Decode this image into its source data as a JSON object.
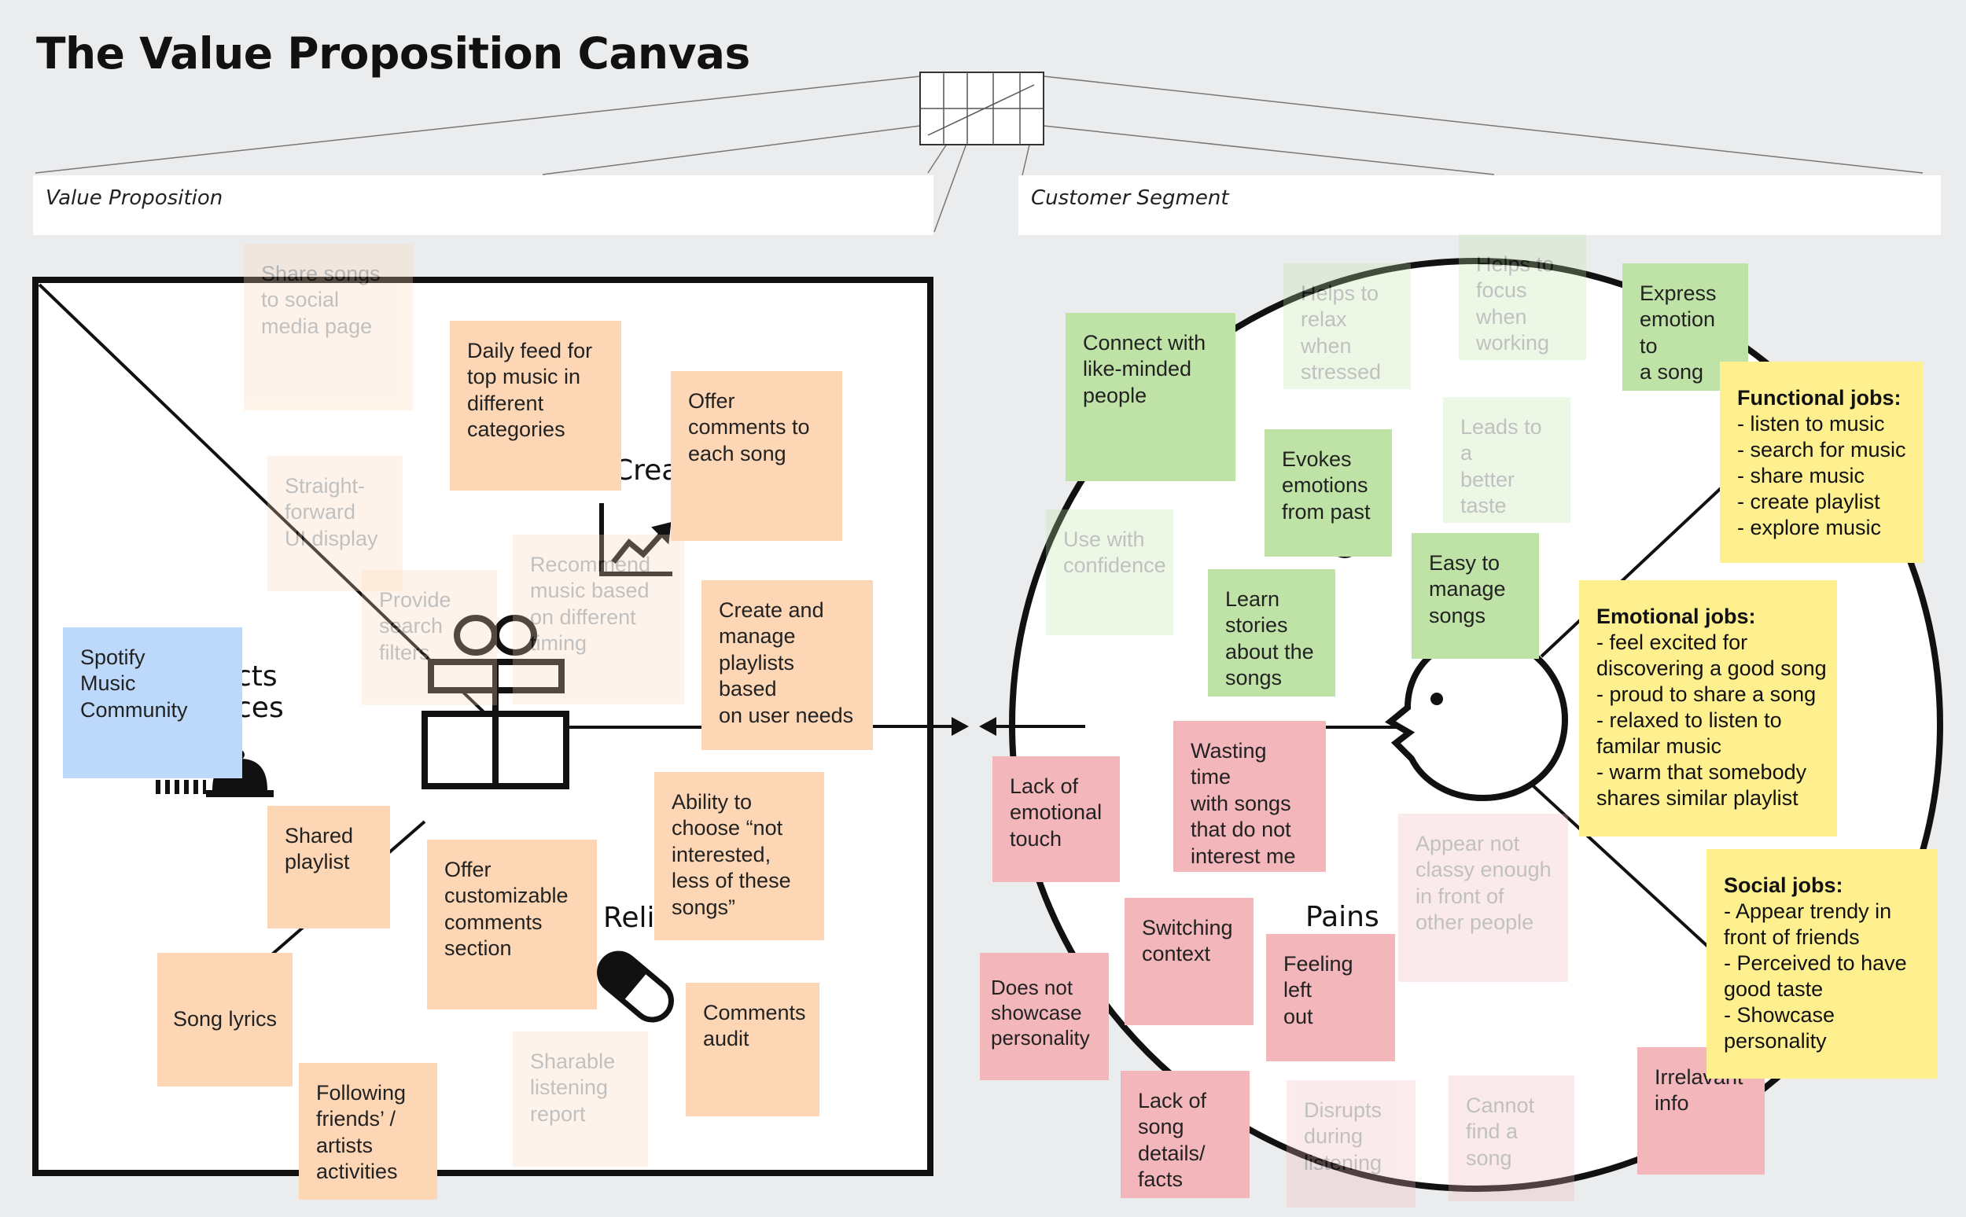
{
  "canvas": {
    "title": "The Value Proposition Canvas",
    "value_proposition_label": "Value Proposition",
    "customer_segment_label": "Customer Segment"
  },
  "areas": {
    "gain_creators_label": "Crea",
    "products_label": "cts",
    "services_label": "ces",
    "pain_relievers_label": "Reli",
    "pains_label": "Pains"
  },
  "icons": {
    "gift": "gift-icon",
    "growth_chart": "growth-chart-icon",
    "service_bell": "service-bell-icon",
    "pill": "pill-icon",
    "customer_face": "customer-face-icon"
  },
  "colors": {
    "product_note": "#fdd7b5",
    "gain_note": "#bfe3a6",
    "pain_note": "#f2b6bb",
    "job_note": "#fff08f",
    "community_note": "#bcd9fc"
  },
  "value_notes": {
    "share_social": "Share songs\nto social\nmedia page",
    "daily_feed": "Daily feed for\ntop music in\ndifferent\ncategories",
    "offer_comments": "Offer\ncomments to\neach song",
    "straightforward": "Straight-\nforward\nUI display",
    "provide_search": "Provide\nsearch\nfilters",
    "recommend": "Recommend\nmusic based\non different\ntiming",
    "create_manage": "Create and\nmanage\nplaylists based\non user needs",
    "spotify_community": "Spotify\nMusic\nCommunity",
    "shared_playlist": "Shared\nplaylist",
    "ability_choose": "Ability to\nchoose “not\ninterested,\nless of these\nsongs”",
    "offer_customizable": "Offer\ncustomizable\ncomments\nsection",
    "song_lyrics": "Song lyrics",
    "comments_audit": "Comments\naudit",
    "sharable_report": "Sharable\nlistening\nreport",
    "following_friends": "Following\nfriends’ /\nartists\nactivities"
  },
  "customer_notes": {
    "helps_relax": "Helps to\nrelax when\nstressed",
    "helps_focus": "Helps to\nfocus when\nworking",
    "express_emotion": "Express\nemotion to\na song",
    "connect_minded": "Connect with\nlike-minded\npeople",
    "evokes_emotions": "Evokes\nemotions\nfrom past",
    "better_taste": "Leads to a\nbetter taste\nof music",
    "use_confidence": "Use with\nconfidence",
    "learn_stories": "Learn\nstories\nabout the\nsongs",
    "easy_manage": "Easy to\nmanage\nsongs",
    "wasting_time": "Wasting time\nwith songs\nthat do not\ninterest me",
    "lack_emotional": "Lack of\nemotional\ntouch",
    "appear_classy": "Appear not\nclassy enough\nin front of\nother people",
    "switching_context": "Switching\ncontext",
    "feeling_left": "Feeling left\nout",
    "not_showcase": "Does not\nshowcase\npersonality",
    "lack_details": "Lack of\nsong\ndetails/\nfacts",
    "disrupts": "Disrupts\nduring\nlistening",
    "cannot_find": "Cannot\nfind a song",
    "irrelevant": "Irrelavant\ninfo"
  },
  "jobs": {
    "functional": {
      "title": "Functional jobs:",
      "lines": [
        "- listen to music",
        "- search for music",
        "- share music",
        "- create playlist",
        "- explore music"
      ]
    },
    "emotional": {
      "title": "Emotional jobs:",
      "lines": [
        "- feel excited for",
        "discovering a good song",
        "- proud to share a song",
        "- relaxed to listen to",
        "familar music",
        "- warm that somebody",
        "shares similar playlist"
      ]
    },
    "social": {
      "title": "Social jobs:",
      "lines": [
        "- Appear trendy in",
        "front of friends",
        "- Perceived to have",
        "good taste",
        "- Showcase",
        "personality"
      ]
    }
  }
}
